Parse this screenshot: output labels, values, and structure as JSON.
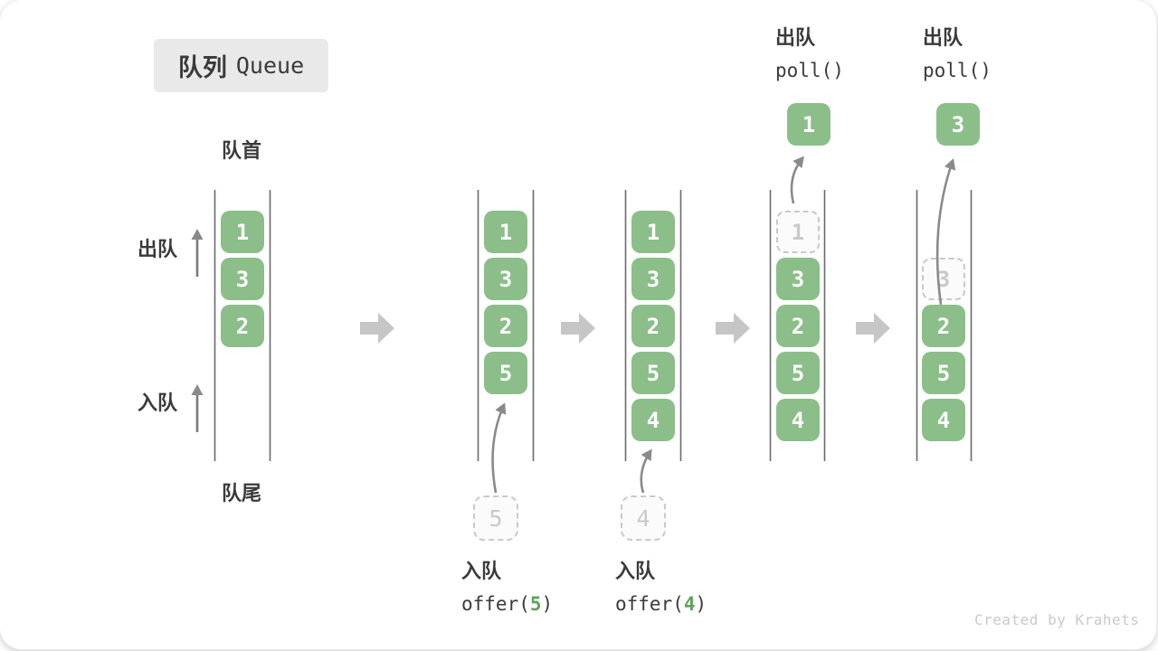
{
  "title": {
    "badge_zh": "队列",
    "badge_en": "Queue"
  },
  "labels": {
    "front": "队首",
    "rear": "队尾",
    "dequeue_side": "出队",
    "enqueue_side": "入队"
  },
  "queues": {
    "q1": {
      "cells": [
        "1",
        "3",
        "2"
      ]
    },
    "q2": {
      "cells": [
        "1",
        "3",
        "2",
        "5"
      ],
      "incoming": "5"
    },
    "q3": {
      "cells": [
        "1",
        "3",
        "2",
        "5",
        "4"
      ],
      "incoming": "4"
    },
    "q4": {
      "ghost": "1",
      "cells": [
        "3",
        "2",
        "5",
        "4"
      ],
      "removed": "1"
    },
    "q5": {
      "ghost": "3",
      "cells": [
        "2",
        "5",
        "4"
      ],
      "removed": "3"
    }
  },
  "captions": {
    "enqueue5": {
      "zh": "入队",
      "pre": "offer(",
      "arg": "5",
      "post": ")"
    },
    "enqueue4": {
      "zh": "入队",
      "pre": "offer(",
      "arg": "4",
      "post": ")"
    },
    "dequeue1": {
      "zh": "出队",
      "code": "poll()"
    },
    "dequeue3": {
      "zh": "出队",
      "code": "poll()"
    }
  },
  "watermark": "Created by Krahets",
  "colors": {
    "cell_green": "#8cbe8a",
    "arg_green": "#5da45a",
    "step_arrow_gray": "#c6c6c6",
    "line_gray": "#6b6b6b",
    "curve_arrow_gray": "#8a8a8a",
    "text_dark": "#3a3a3a",
    "ghost_gray": "#c9c9c9",
    "badge_bg": "#e9e9e9"
  }
}
